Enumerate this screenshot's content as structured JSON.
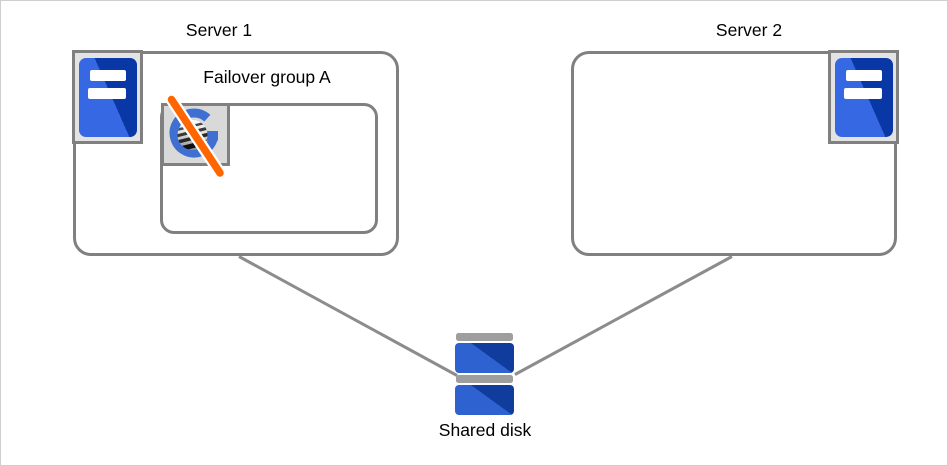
{
  "diagram": {
    "servers": [
      {
        "label": "Server 1"
      },
      {
        "label": "Server 2"
      }
    ],
    "failover_group": {
      "label": "Failover group A",
      "status": "stopped"
    },
    "shared_disk": {
      "label": "Shared disk"
    },
    "icons": {
      "server1": "server-tower-icon",
      "server2": "server-tower-icon",
      "group": "group-stopped-icon",
      "storage": "shared-disk-icon"
    },
    "colors": {
      "server_blue_light": "#3568e2",
      "server_blue_dark": "#0a37a6",
      "disk_blue_light": "#2f62d1",
      "disk_blue_dark": "#103c9e",
      "group_ring_blue": "#3f70d1",
      "stop_slash_orange": "#ff6600",
      "box_border_gray": "#808080",
      "connector_gray": "#8c8c8c",
      "icon_frame_gray": "#e3e3e3",
      "disk_cap_gray": "#9e9e9e"
    }
  }
}
